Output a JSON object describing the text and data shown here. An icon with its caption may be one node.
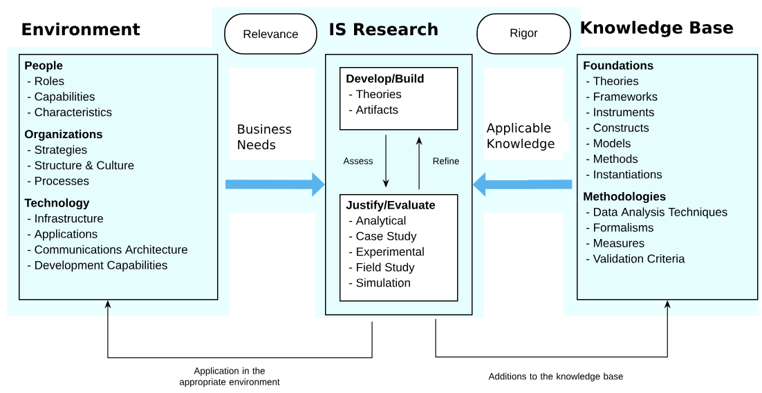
{
  "diagram": {
    "nodes": [
      {
        "text": [
          "Environment",
          "People",
          "- Roles",
          "- Capabilities",
          "- Characteristics",
          "Organizations",
          "- Strategies",
          "- Structure & Culture",
          "- Processes",
          "Technology",
          "- Infrastructure",
          "- Applications",
          "- Communications Architecture",
          "- Development Capabilities"
        ]
      },
      {
        "text": [
          "Relevance"
        ]
      },
      {
        "text": [
          "IS Research"
        ]
      },
      {
        "text": [
          "Develop/Build",
          "- Theories",
          "- Artifacts"
        ],
        "in": 2
      },
      {
        "text": [
          "Justify/Evaluate",
          "- Analytical",
          "- Case Study",
          "- Experimental",
          "- Field Study",
          "- Simulation"
        ],
        "in": 2
      },
      {
        "text": [
          "Rigor"
        ]
      },
      {
        "text": [
          "Knowledge Base",
          "Foundations",
          "- Theories",
          "- Frameworks",
          "- Instruments",
          "- Constructs",
          "- Models",
          "- Methods",
          "- Instantiations",
          "Methodologies",
          "- Data Analysis Techniques",
          "- Formalisms",
          "- Measures",
          "- Validation Criteria"
        ]
      }
    ],
    "edges": [
      {
        "from": 0,
        "to": 2,
        "arrow": "to",
        "label": "Business Needs",
        "style": "thick",
        "color": "#5ab4ec"
      },
      {
        "from": 6,
        "to": 2,
        "arrow": "to",
        "label": "Applicable Knowledge",
        "style": "thick",
        "color": "#5ab4ec"
      },
      {
        "from": 3,
        "to": 4,
        "arrow": "to",
        "label": "Assess"
      },
      {
        "from": 4,
        "to": 3,
        "arrow": "to",
        "label": "Refine"
      },
      {
        "from": 2,
        "to": 0,
        "arrow": "to",
        "label": "Application in the appropriate environment"
      },
      {
        "from": 2,
        "to": 6,
        "arrow": "to",
        "label": "Additions to the knowledge base"
      }
    ]
  }
}
